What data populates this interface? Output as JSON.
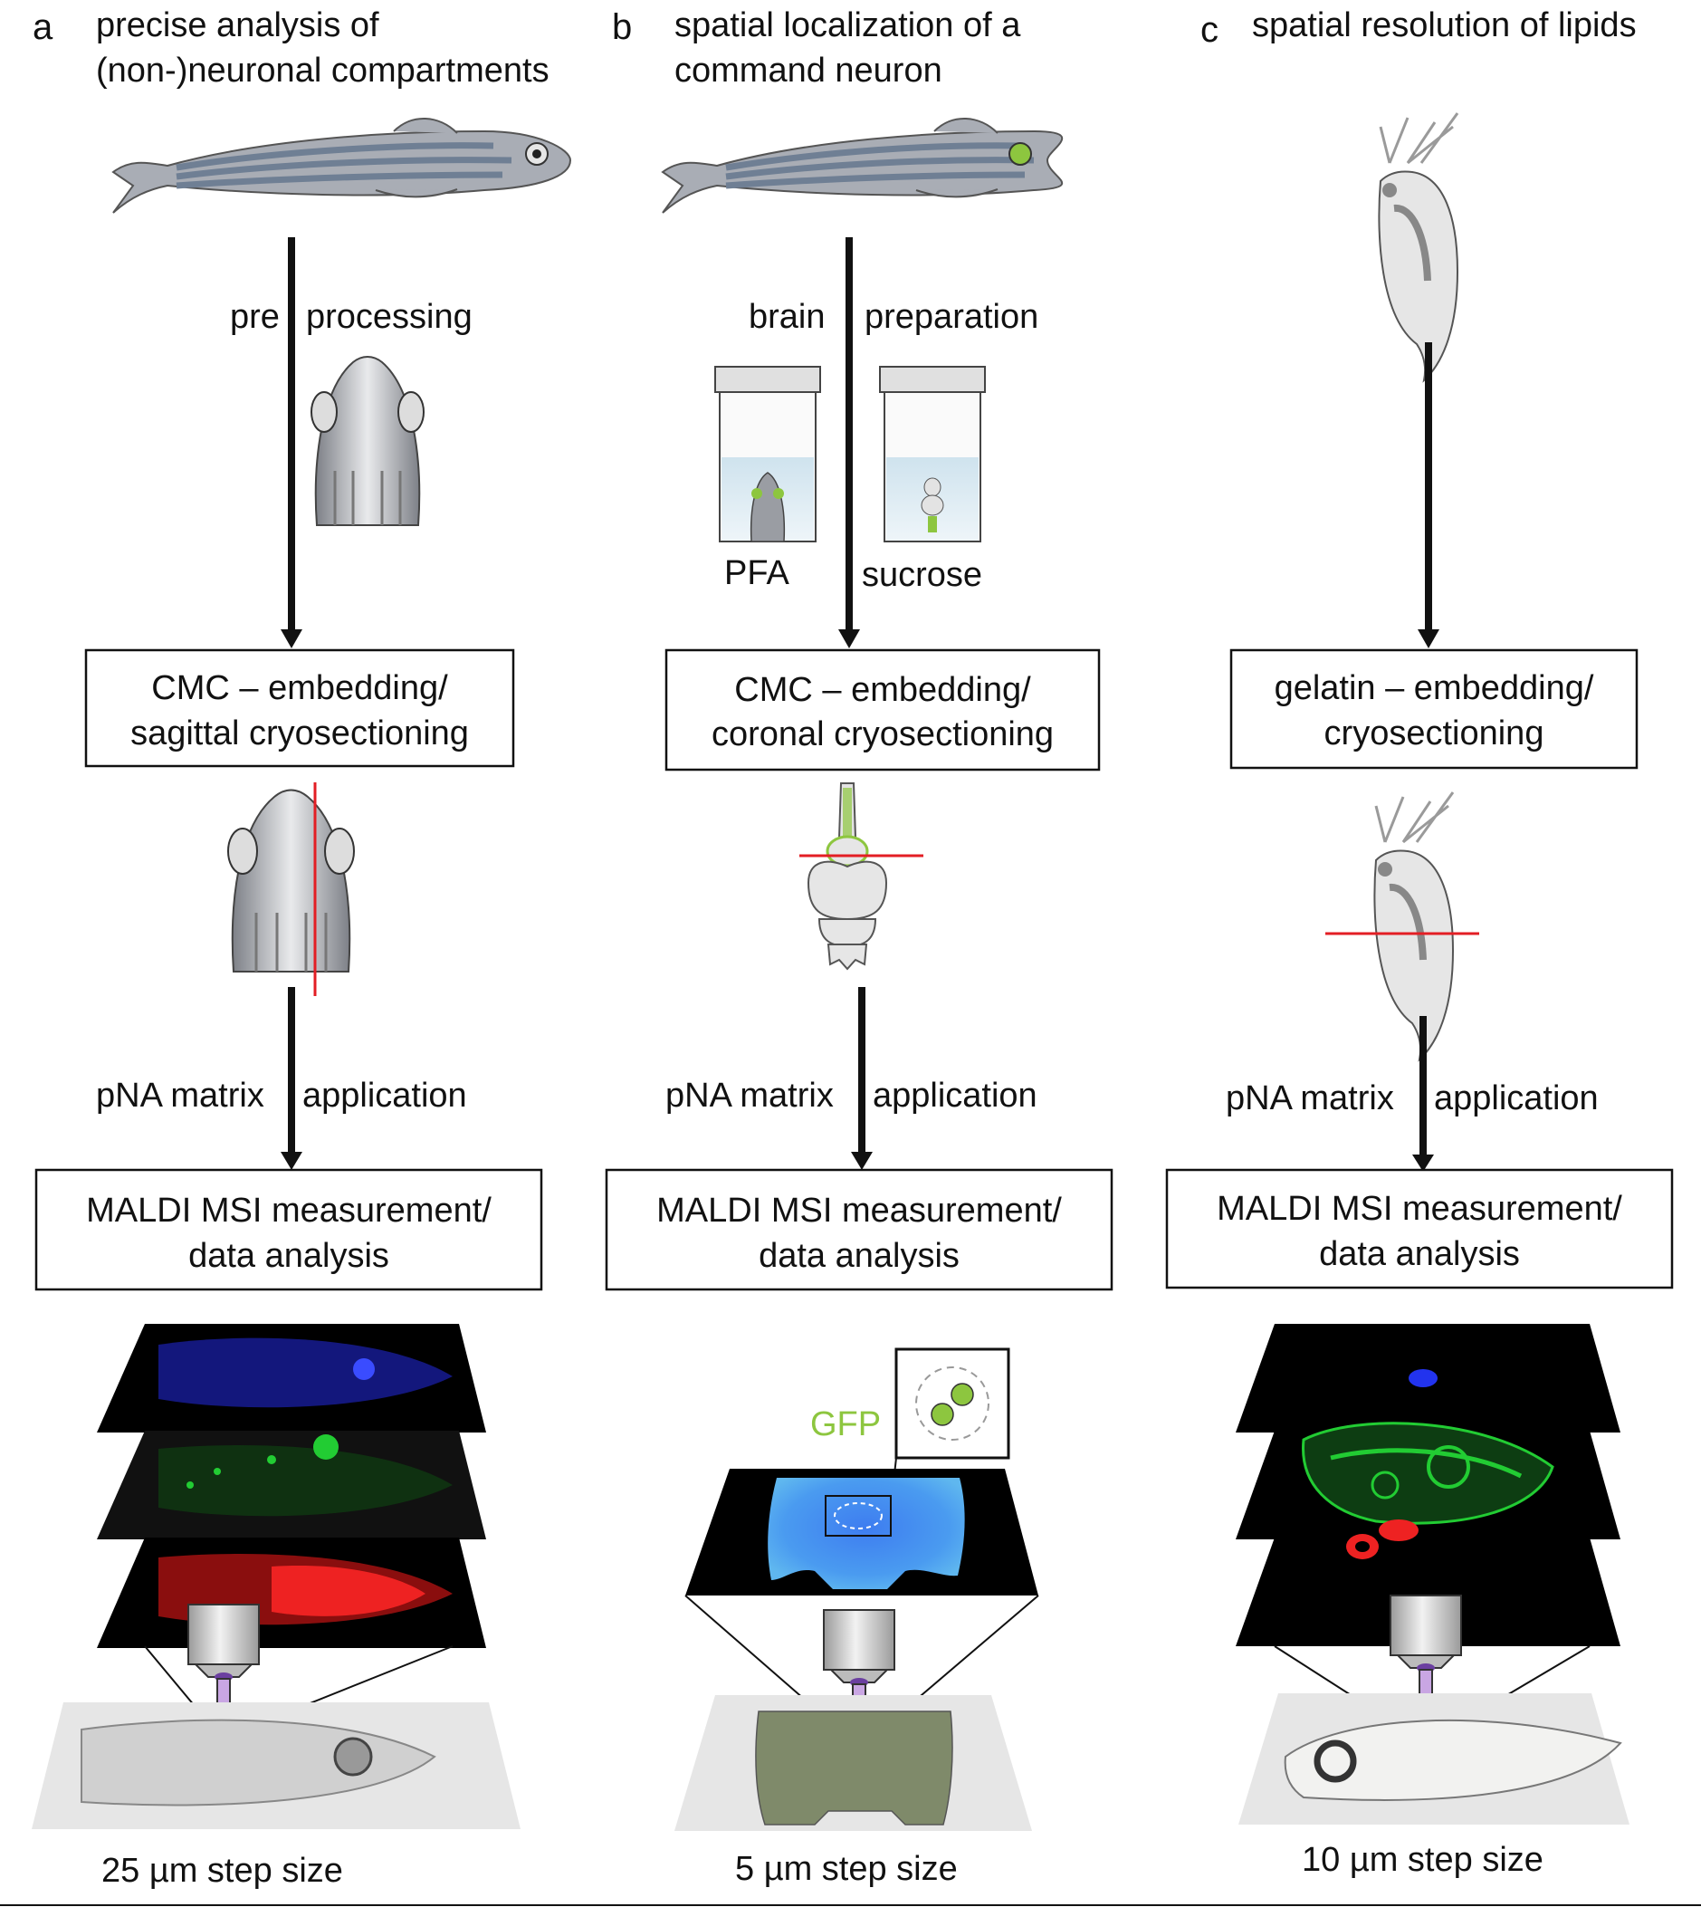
{
  "panels": [
    {
      "letter": "a",
      "title_lines": [
        "precise analysis of",
        "(non-)neuronal compartments"
      ],
      "step1": {
        "left": "pre",
        "right": "processing"
      },
      "box1_lines": [
        "CMC – embedding/",
        "sagittal cryosectioning"
      ],
      "step2": {
        "left": "pNA matrix",
        "right": "application"
      },
      "box2_lines": [
        "MALDI MSI measurement/",
        "data analysis"
      ],
      "step_size": "25 µm step size"
    },
    {
      "letter": "b",
      "title_lines": [
        "spatial localization of a",
        "command neuron"
      ],
      "step1": {
        "left": "brain",
        "right": "preparation"
      },
      "jar_labels": [
        "PFA",
        "sucrose"
      ],
      "box1_lines": [
        "CMC – embedding/",
        "coronal cryosectioning"
      ],
      "step2": {
        "left": "pNA matrix",
        "right": "application"
      },
      "box2_lines": [
        "MALDI MSI measurement/",
        "data analysis"
      ],
      "inset_label": "GFP",
      "step_size": "5 µm step size"
    },
    {
      "letter": "c",
      "title_lines": [
        "spatial resolution of lipids"
      ],
      "box1_lines": [
        "gelatin – embedding/",
        "cryosectioning"
      ],
      "step2": {
        "left": "pNA matrix",
        "right": "application"
      },
      "box2_lines": [
        "MALDI MSI measurement/",
        "data analysis"
      ],
      "step_size": "10 µm step size"
    }
  ],
  "colors": {
    "cut_line": "#e31e24",
    "gfp_green": "#8dc63f",
    "laser_purple": "#c9a6e3",
    "layer_blue": "#2233ee",
    "layer_green": "#22cc33",
    "layer_red": "#ee2222",
    "fish_gray": "#a9adb5",
    "fish_stripe": "#6f7f94"
  }
}
